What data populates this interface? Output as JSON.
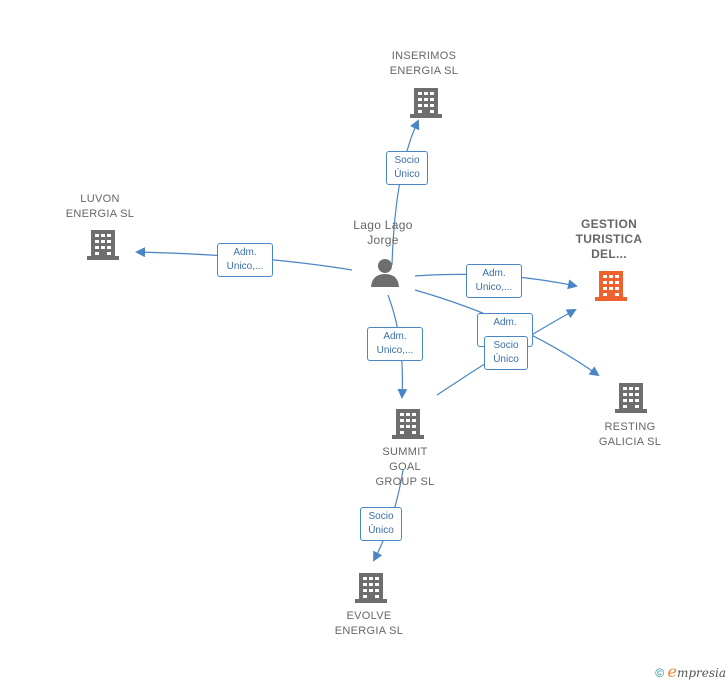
{
  "nodes": {
    "inserimos": "INSERIMOS\nENERGIA SL",
    "luvon": "LUVON\nENERGIA  SL",
    "person": "Lago Lago\nJorge",
    "gestion": "GESTION\nTURISTICA\nDEL...",
    "summit": "SUMMIT\nGOAL\nGROUP  SL",
    "resting": "RESTING\nGALICIA  SL",
    "evolve": "EVOLVE\nENERGIA  SL"
  },
  "edges": {
    "to_inserimos": "Socio\nÚnico",
    "to_luvon": "Adm.\nUnico,...",
    "to_gestion": "Adm.\nUnico,...",
    "to_resting": "Adm.",
    "summit_to_gestion": "Socio\nÚnico",
    "to_summit": "Adm.\nUnico,...",
    "summit_to_evolve": "Socio\nÚnico"
  },
  "colors": {
    "edge": "#4a86c5",
    "building": "#6e6e6e",
    "highlight": "#f0622d"
  },
  "footer": {
    "copyright": "©",
    "brand_e": "e",
    "brand_rest": "mpresia"
  }
}
